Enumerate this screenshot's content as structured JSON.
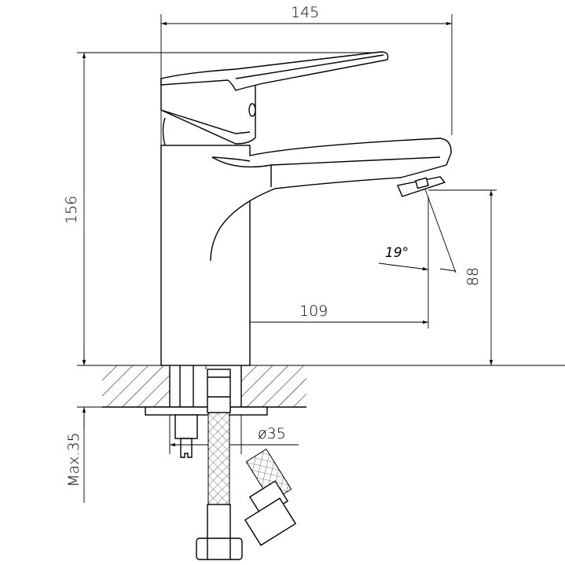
{
  "title": "Basin faucet dimension drawing",
  "dimensions": {
    "overall_width": "145",
    "overall_height": "156",
    "spout_reach": "109",
    "spout_height": "88",
    "outlet_angle": "19°",
    "hole_diameter": "ø35",
    "max_countertop": "Max.35"
  }
}
